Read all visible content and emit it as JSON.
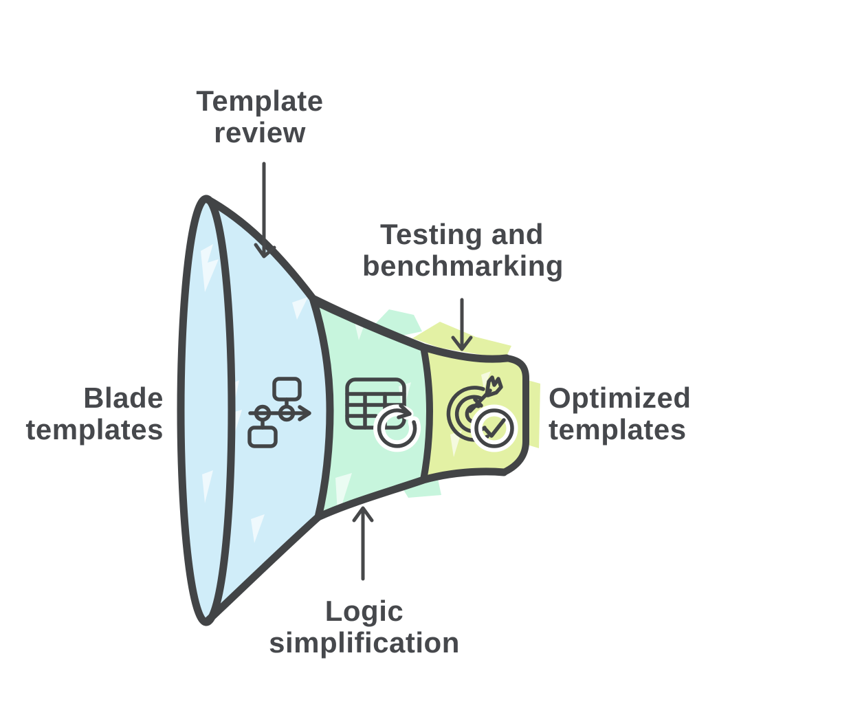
{
  "diagram": {
    "type": "funnel",
    "direction": "left-to-right"
  },
  "funnel": {
    "input_label": "Blade templates",
    "output_label": "Optimized templates",
    "stages": [
      {
        "name": "Template review",
        "icon": "flowchart-icon",
        "color": "#d0edf9",
        "label_position": "top"
      },
      {
        "name": "Logic simplification",
        "icon": "table-sync-icon",
        "color": "#c7f5dd",
        "label_position": "bottom"
      },
      {
        "name": "Testing and benchmarking",
        "icon": "target-check-icon",
        "color": "#e3f1a4",
        "label_position": "top"
      }
    ]
  },
  "colors": {
    "outline": "#424446",
    "text": "#46484c",
    "background": "#ffffff"
  }
}
